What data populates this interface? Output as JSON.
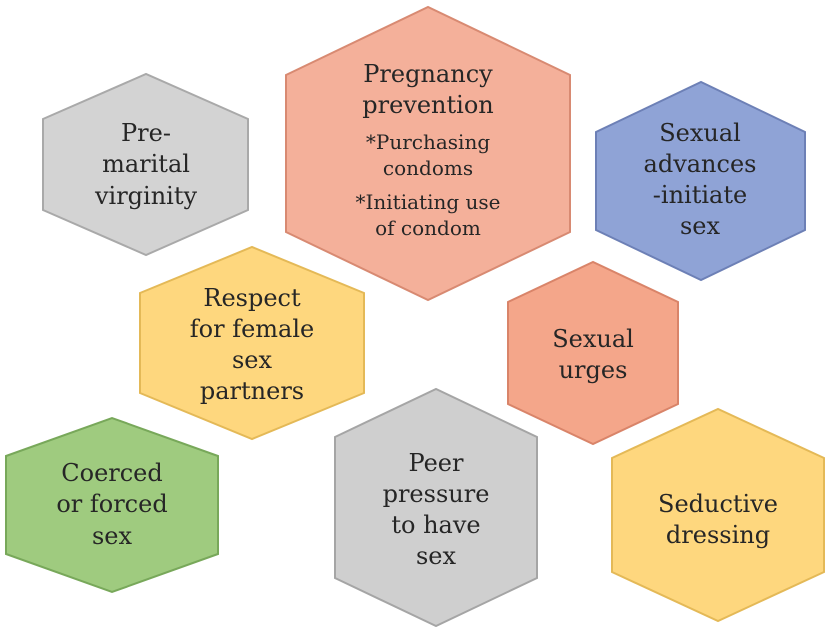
{
  "diagram": {
    "items": [
      {
        "id": "pregnancy-prevention",
        "color": "#F4B09A",
        "lines": [
          "Pregnancy",
          "prevention"
        ],
        "sub_lines": [
          "*Purchasing",
          "condoms"
        ],
        "sub_lines_2": [
          "*Initiating use",
          "of condom"
        ]
      },
      {
        "id": "pre-marital-virginity",
        "color": "#D3D3D3",
        "lines": [
          "Pre-",
          "marital",
          "virginity"
        ]
      },
      {
        "id": "sexual-advances",
        "color": "#8FA3D6",
        "lines": [
          "Sexual",
          "advances",
          "-initiate",
          "sex"
        ]
      },
      {
        "id": "respect-female-partners",
        "color": "#FED77E",
        "lines": [
          "Respect",
          "for female",
          "sex",
          "partners"
        ]
      },
      {
        "id": "sexual-urges",
        "color": "#F4A68A",
        "lines": [
          "Sexual",
          "urges"
        ]
      },
      {
        "id": "coerced-forced-sex",
        "color": "#9FCB7F",
        "lines": [
          "Coerced",
          "or forced",
          "sex"
        ]
      },
      {
        "id": "peer-pressure",
        "color": "#CFCFCF",
        "lines": [
          "Peer",
          "pressure",
          "to have",
          "sex"
        ]
      },
      {
        "id": "seductive-dressing",
        "color": "#FED77E",
        "lines": [
          "Seductive",
          "dressing"
        ]
      }
    ]
  }
}
